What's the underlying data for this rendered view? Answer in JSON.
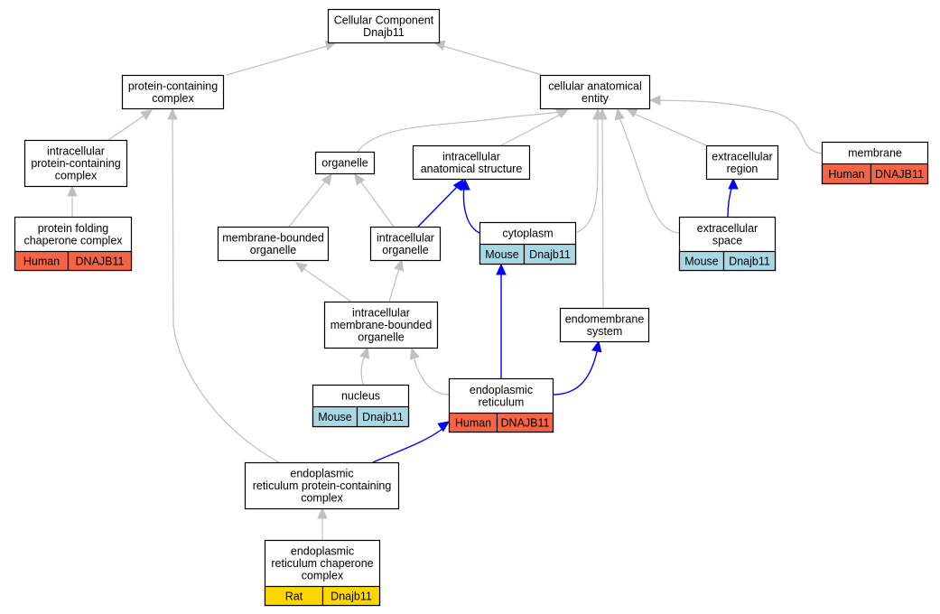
{
  "root": {
    "lines": [
      "Cellular Component",
      "Dnajb11"
    ]
  },
  "colors": {
    "human": "#f46445",
    "mouse": "#a9d8e4",
    "rat": "#ffd700",
    "gray_edge": "#c0c0c0",
    "blue_edge": "#0000ff"
  },
  "nodes": [
    {
      "id": "root",
      "lines": [
        "Cellular Component",
        "Dnajb11"
      ]
    },
    {
      "id": "pcc",
      "lines": [
        "protein-containing",
        "complex"
      ]
    },
    {
      "id": "cae",
      "lines": [
        "cellular anatomical",
        "entity"
      ]
    },
    {
      "id": "ipcc",
      "lines": [
        "intracellular",
        "protein-containing",
        "complex"
      ]
    },
    {
      "id": "organelle",
      "lines": [
        "organelle"
      ]
    },
    {
      "id": "ias",
      "lines": [
        "intracellular",
        "anatomical structure"
      ]
    },
    {
      "id": "extreg",
      "lines": [
        "extracellular",
        "region"
      ]
    },
    {
      "id": "membrane",
      "lines": [
        "membrane"
      ],
      "annotation": {
        "organism": "Human",
        "gene": "DNAJB11",
        "color": "human"
      }
    },
    {
      "id": "pfcc",
      "lines": [
        "protein folding",
        "chaperone complex"
      ],
      "annotation": {
        "organism": "Human",
        "gene": "DNAJB11",
        "color": "human"
      }
    },
    {
      "id": "mbo",
      "lines": [
        "membrane-bounded",
        "organelle"
      ]
    },
    {
      "id": "io",
      "lines": [
        "intracellular",
        "organelle"
      ]
    },
    {
      "id": "cyto",
      "lines": [
        "cytoplasm"
      ],
      "annotation": {
        "organism": "Mouse",
        "gene": "Dnajb11",
        "color": "mouse"
      }
    },
    {
      "id": "extspace",
      "lines": [
        "extracellular",
        "space"
      ],
      "annotation": {
        "organism": "Mouse",
        "gene": "Dnajb11",
        "color": "mouse"
      }
    },
    {
      "id": "imbo",
      "lines": [
        "intracellular",
        "membrane-bounded",
        "organelle"
      ]
    },
    {
      "id": "endo",
      "lines": [
        "endomembrane",
        "system"
      ]
    },
    {
      "id": "nucleus",
      "lines": [
        "nucleus"
      ],
      "annotation": {
        "organism": "Mouse",
        "gene": "Dnajb11",
        "color": "mouse"
      }
    },
    {
      "id": "er",
      "lines": [
        "endoplasmic",
        "reticulum"
      ],
      "annotation": {
        "organism": "Human",
        "gene": "DNAJB11",
        "color": "human"
      }
    },
    {
      "id": "erpcc",
      "lines": [
        "endoplasmic",
        "reticulum protein-containing",
        "complex"
      ]
    },
    {
      "id": "ercc",
      "lines": [
        "endoplasmic",
        "reticulum chaperone",
        "complex"
      ],
      "annotation": {
        "organism": "Rat",
        "gene": "Dnajb11",
        "color": "rat"
      }
    }
  ],
  "edges": [
    {
      "from": "pcc",
      "to": "root",
      "kind": "gray"
    },
    {
      "from": "cae",
      "to": "root",
      "kind": "gray"
    },
    {
      "from": "ipcc",
      "to": "pcc",
      "kind": "gray"
    },
    {
      "from": "pfcc",
      "to": "ipcc",
      "kind": "gray"
    },
    {
      "from": "erpcc",
      "to": "pcc",
      "kind": "gray"
    },
    {
      "from": "organelle",
      "to": "cae",
      "kind": "gray"
    },
    {
      "from": "ias",
      "to": "cae",
      "kind": "gray"
    },
    {
      "from": "cyto",
      "to": "cae",
      "kind": "gray"
    },
    {
      "from": "endo",
      "to": "cae",
      "kind": "gray"
    },
    {
      "from": "extspace",
      "to": "cae",
      "kind": "gray"
    },
    {
      "from": "extreg",
      "to": "cae",
      "kind": "gray"
    },
    {
      "from": "membrane",
      "to": "cae",
      "kind": "gray"
    },
    {
      "from": "mbo",
      "to": "organelle",
      "kind": "gray"
    },
    {
      "from": "io",
      "to": "organelle",
      "kind": "gray"
    },
    {
      "from": "io",
      "to": "ias",
      "kind": "blue"
    },
    {
      "from": "cyto",
      "to": "ias",
      "kind": "blue"
    },
    {
      "from": "extspace",
      "to": "extreg",
      "kind": "blue"
    },
    {
      "from": "imbo",
      "to": "mbo",
      "kind": "gray"
    },
    {
      "from": "imbo",
      "to": "io",
      "kind": "gray"
    },
    {
      "from": "nucleus",
      "to": "imbo",
      "kind": "gray"
    },
    {
      "from": "er",
      "to": "imbo",
      "kind": "gray"
    },
    {
      "from": "er",
      "to": "cyto",
      "kind": "blue"
    },
    {
      "from": "er",
      "to": "endo",
      "kind": "blue"
    },
    {
      "from": "erpcc",
      "to": "er",
      "kind": "blue"
    },
    {
      "from": "ercc",
      "to": "erpcc",
      "kind": "gray"
    }
  ]
}
